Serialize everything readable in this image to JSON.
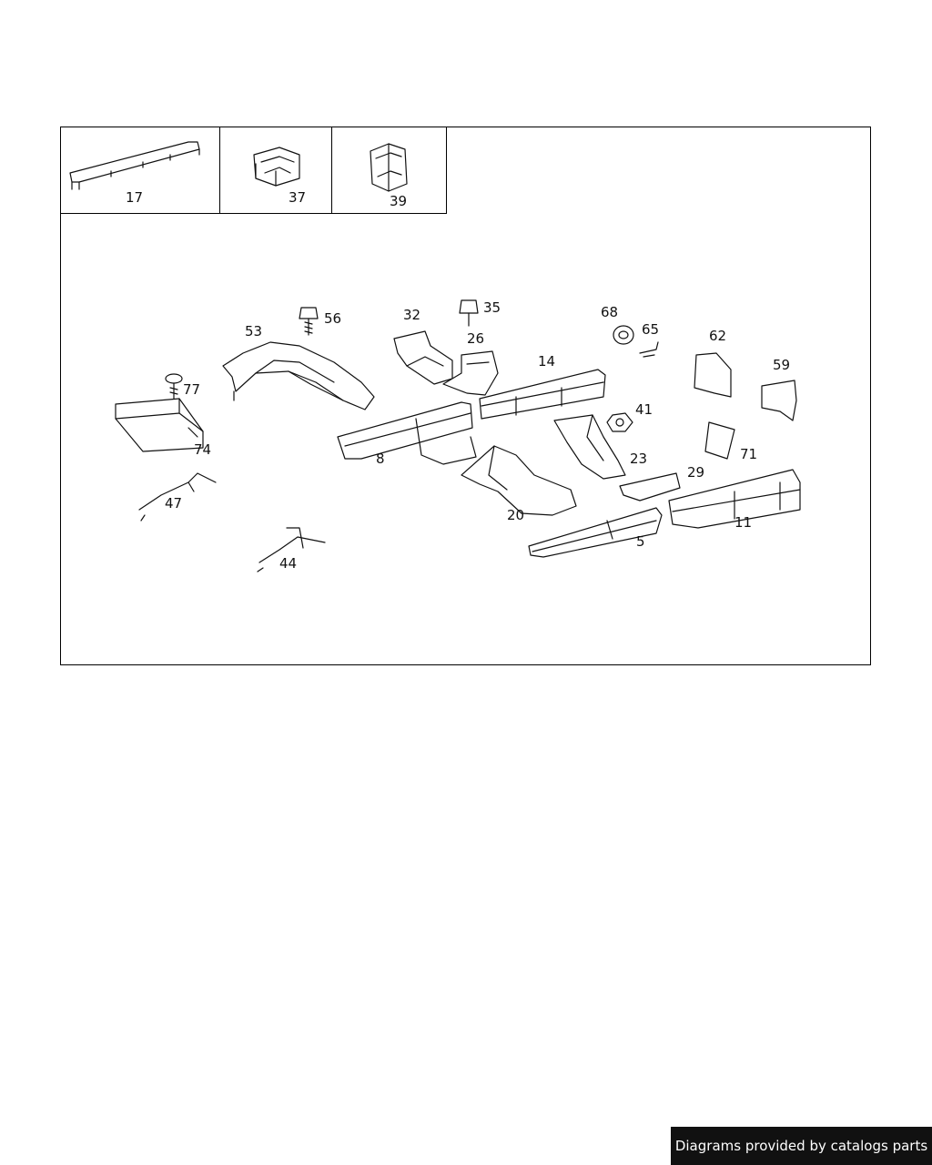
{
  "callouts": {
    "c17": "17",
    "c37": "37",
    "c39": "39",
    "c56": "56",
    "c53": "53",
    "c32": "32",
    "c35": "35",
    "c26": "26",
    "c68": "68",
    "c65": "65",
    "c62": "62",
    "c14": "14",
    "c59": "59",
    "c77": "77",
    "c74": "74",
    "c8": "8",
    "c41": "41",
    "c71": "71",
    "c23": "23",
    "c29": "29",
    "c47": "47",
    "c20": "20",
    "c11": "11",
    "c5": "5",
    "c44": "44"
  },
  "footer": {
    "text": "Diagrams provided by catalogs parts"
  }
}
